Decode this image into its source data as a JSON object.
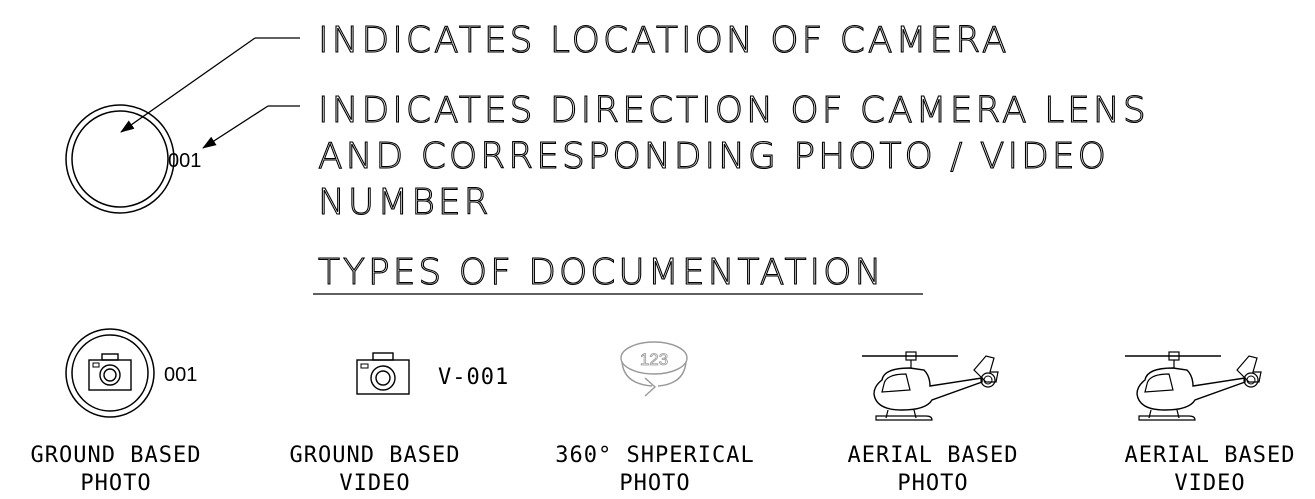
{
  "legend": {
    "camera_location": "INDICATES LOCATION OF CAMERA",
    "lens_direction_line1": "INDICATES DIRECTION OF CAMERA LENS",
    "lens_direction_line2": "AND CORRESPONDING PHOTO / VIDEO",
    "lens_direction_line3": "NUMBER",
    "example_number": "001"
  },
  "section_title": "TYPES OF DOCUMENTATION",
  "types": [
    {
      "icon": "camera-in-circle-icon",
      "number": "001",
      "label_line1": "GROUND BASED",
      "label_line2": "PHOTO"
    },
    {
      "icon": "camera-icon",
      "number": "V-001",
      "label_line1": "GROUND BASED",
      "label_line2": "VIDEO"
    },
    {
      "icon": "360-rotation-icon",
      "icon_text": "123",
      "label_line1": "360° SHPERICAL",
      "label_line2": "PHOTO"
    },
    {
      "icon": "helicopter-icon",
      "label_line1": "AERIAL BASED",
      "label_line2": "PHOTO"
    },
    {
      "icon": "helicopter-icon",
      "label_line1": "AERIAL BASED",
      "label_line2": "VIDEO"
    }
  ]
}
